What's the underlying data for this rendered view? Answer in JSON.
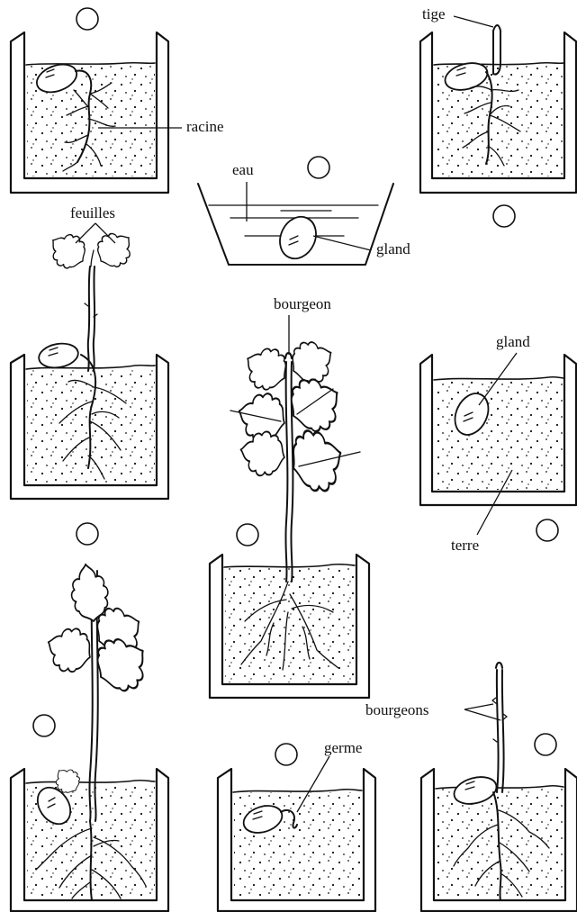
{
  "labels": {
    "racine": "racine",
    "tige": "tige",
    "eau": "eau",
    "gland_bowl": "gland",
    "feuilles": "feuilles",
    "bourgeon": "bourgeon",
    "gland_pot": "gland",
    "terre": "terre",
    "bourgeons": "bourgeons",
    "germe": "germe"
  }
}
